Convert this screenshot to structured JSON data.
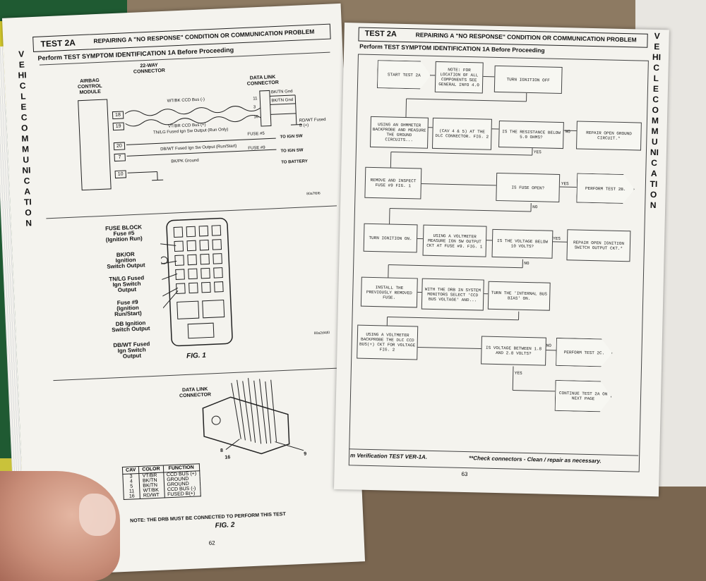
{
  "left_page": {
    "test_label": "TEST 2A",
    "header_title": "REPAIRING A \"NO RESPONSE\" CONDITION OR COMMUNICATION PROBLEM",
    "subheader": "Perform TEST SYMPTOM IDENTIFICATION 1A Before Proceeding",
    "side_title": "VEHICLE COMMUNICATION",
    "wiring": {
      "module_label": "AIRBAG CONTROL MODULE",
      "connector_22": "22-WAY CONNECTOR",
      "dlc_label": "DATA LINK CONNECTOR",
      "pins": [
        "18",
        "19",
        "20",
        "7",
        "10"
      ],
      "dlc_pins": [
        "11",
        "3",
        "16"
      ],
      "wires": [
        "WT/BK CCD Bus (-)",
        "VT/BR CCD Bus (+)",
        "TN/LG Fused Ign Sw Output (Run Only)",
        "DB/WT Fused Ign Sw Output (Run/Start)",
        "BK/PK Ground"
      ],
      "right_labels": [
        "BK/TN Gnd",
        "BK/TN Gnd",
        "RD/WT Fused B (+)",
        "FUSE #5",
        "TO IGN SW",
        "FUSE #9",
        "TO IGN SW",
        "TO BATTERY"
      ],
      "code": "80a7f6f6"
    },
    "fig1": {
      "labels": [
        "FUSE BLOCK Fuse #5 (Ignition Run)",
        "BK/OR Ignition Switch Output",
        "TN/LG Fused Ign Switch Output",
        "Fuse #9 (Ignition Run/Start)",
        "DB Ignition Switch Output",
        "DB/WT Fused Ign Switch Output"
      ],
      "caption": "FIG. 1",
      "code": "80a2d4d0"
    },
    "fig2": {
      "label": "DATA LINK CONNECTOR",
      "pin_numbers": [
        "8",
        "16",
        "9"
      ],
      "table_headers": [
        "CAV",
        "COLOR",
        "FUNCTION"
      ],
      "table_rows": [
        [
          "3",
          "VT/BR",
          "CCD BUS (+)"
        ],
        [
          "4",
          "BK/TN",
          "GROUND"
        ],
        [
          "5",
          "BK/TN",
          "GROUND"
        ],
        [
          "11",
          "WT/BK",
          "CCD BUS (-)"
        ],
        [
          "16",
          "RD/WT",
          "FUSED B(+)"
        ]
      ],
      "note": "NOTE: THE DRB MUST BE CONNECTED TO PERFORM THIS TEST",
      "caption": "FIG. 2"
    },
    "page_number": "62"
  },
  "right_page": {
    "test_label": "TEST 2A",
    "header_title": "REPAIRING A \"NO RESPONSE\" CONDITION OR COMMUNICATION PROBLEM",
    "subheader": "Perform TEST SYMPTOM IDENTIFICATION 1A Before Proceeding",
    "side_title": "VEHICLE COMMUNICATION",
    "flow": {
      "start": "START TEST 2A",
      "note": "NOTE: FOR LOCATION OF ALL COMPONENTS SEE GENERAL INFO 4.0",
      "ign_off": "TURN IGNITION OFF",
      "ohmmeter": "USING AN OHMMETER BACKPROBE AND MEASURE THE GROUND CIRCUITS...",
      "cav": "(CAV 4 & 5) AT THE DLC CONNECTOR. FIG. 2",
      "resistance_q": "IS THE RESISTANCE BELOW 5.0 OHMS?",
      "no": "NO",
      "yes": "YES",
      "repair_ground": "REPAIR OPEN GROUND CIRCUIT.*",
      "remove_fuse": "REMOVE AND INSPECT FUSE #9 FIG. 1",
      "fuse_open_q": "IS FUSE OPEN?",
      "perform_2b": "PERFORM TEST 2B.",
      "ign_on": "TURN IGNITION ON.",
      "voltmeter1": "USING A VOLTMETER MEASURE IGN SW OUTPUT CKT AT FUSE #9. FIG. 1",
      "voltage_q": "IS THE VOLTAGE BELOW 10 VOLTS?",
      "repair_ign": "REPAIR OPEN IGNITION SWITCH OUTPUT CKT.*",
      "install_fuse": "INSTALL THE PREVIOUSLY REMOVED FUSE.",
      "drb": "WITH THE DRB IN SYSTEM MONITORS SELECT 'CCD BUS VOLTAGE' AND...",
      "turn_bias": "TURN THE 'INTERNAL BUS BIAS' ON.",
      "voltmeter2": "USING A VOLTMETER BACKPROBE THE DLC CCD BUS(+) CKT FOR VOLTAGE FIG. 2",
      "between_q": "IS VOLTAGE BETWEEN 1.8 AND 2.8 VOLTS?",
      "perform_2c": "PERFORM TEST 2C.",
      "continue": "CONTINUE TEST 2A ON NEXT PAGE"
    },
    "footer_left": "m Verification TEST VER-1A.",
    "footer_right": "**Check connectors - Clean / repair as necessary.",
    "page_number": "63"
  }
}
